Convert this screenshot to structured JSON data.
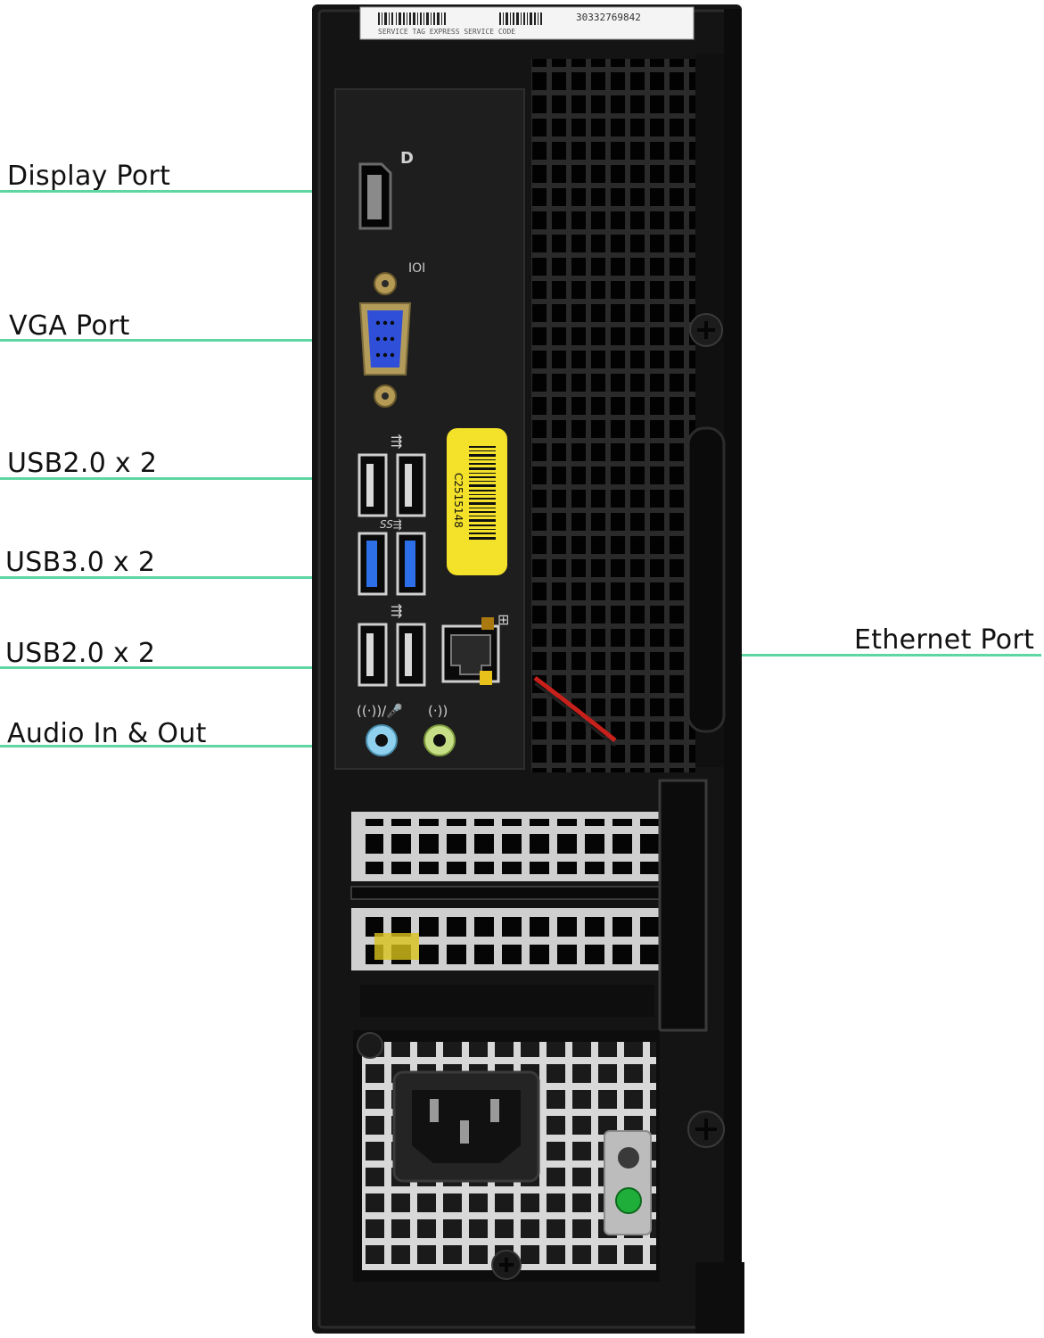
{
  "callouts": {
    "display_port": "Display Port",
    "vga_port": "VGA Port",
    "usb2_top": "USB2.0 x 2",
    "usb3": "USB3.0 x 2",
    "usb2_bottom": "USB2.0 x 2",
    "audio": "Audio In & Out",
    "ethernet": "Ethernet Port"
  },
  "chassis": {
    "service_tag_number": "30332769842",
    "service_tag_captions": "SERVICE TAG  EXPRESS SERVICE CODE",
    "yellow_sticker_code": "C2515148"
  },
  "colors": {
    "leader_line": "#5fd6a2",
    "chassis": "#151515",
    "vga_connector": "#2f4fd8",
    "usb3_port": "#2d6fe8",
    "sticker": "#f3e12a",
    "audio_in": "#8fd0ef",
    "audio_out": "#c6df86"
  },
  "icons": [
    "displayport-icon",
    "vga-icon",
    "usb-icon",
    "usb3-icon",
    "network-icon",
    "headset-icon",
    "speaker-icon"
  ]
}
